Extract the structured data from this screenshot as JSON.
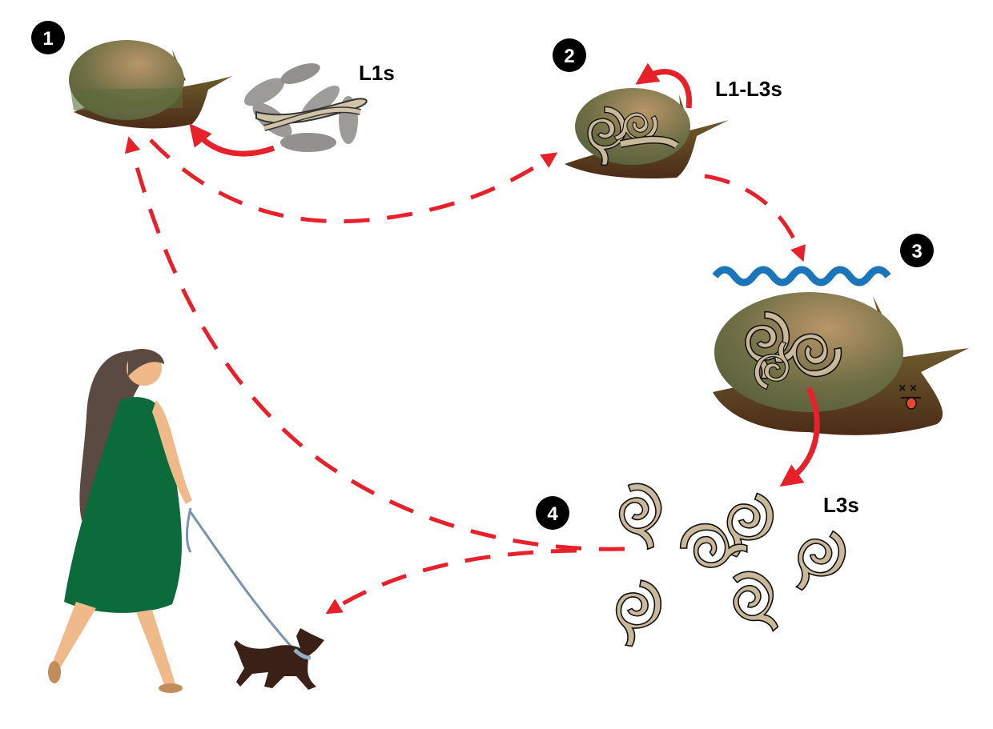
{
  "steps": [
    {
      "number": "1",
      "label": "L1s"
    },
    {
      "number": "2",
      "label": "L1-L3s"
    },
    {
      "number": "3"
    },
    {
      "number": "4",
      "label": "L3s"
    }
  ],
  "colors": {
    "arrow": "#e8202a",
    "water": "#1a75bb",
    "larva": "#c9b99a",
    "dress": "#0b6b3a",
    "dog": "#3a2016"
  }
}
